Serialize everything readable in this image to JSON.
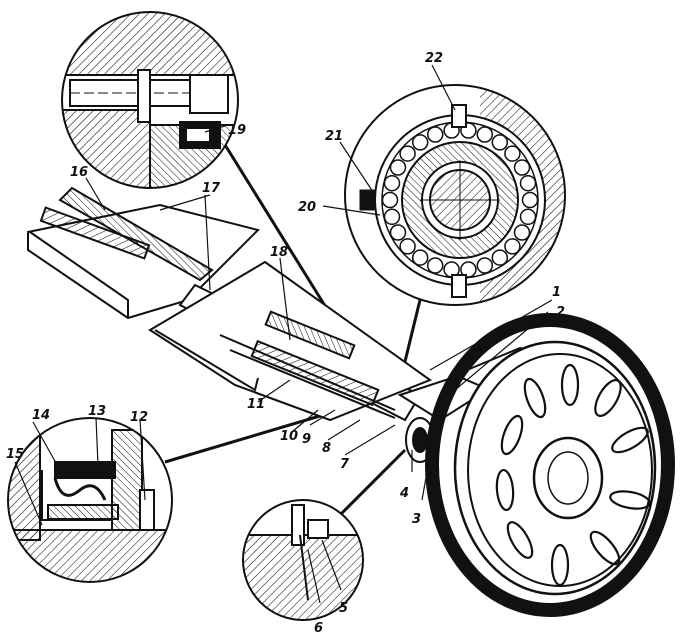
{
  "colors": {
    "ink": "#111111",
    "paper": "#ffffff"
  },
  "labels": {
    "n1": "1",
    "n2": "2",
    "n3": "3",
    "n4": "4",
    "n5": "5",
    "n6": "6",
    "n7": "7",
    "n8": "8",
    "n9": "9",
    "n10": "10",
    "n11": "11",
    "n12": "12",
    "n13": "13",
    "n14": "14",
    "n15": "15",
    "n16": "16",
    "n17": "17",
    "n18": "18",
    "n19": "19",
    "n20": "20",
    "n21": "21",
    "n22": "22"
  }
}
